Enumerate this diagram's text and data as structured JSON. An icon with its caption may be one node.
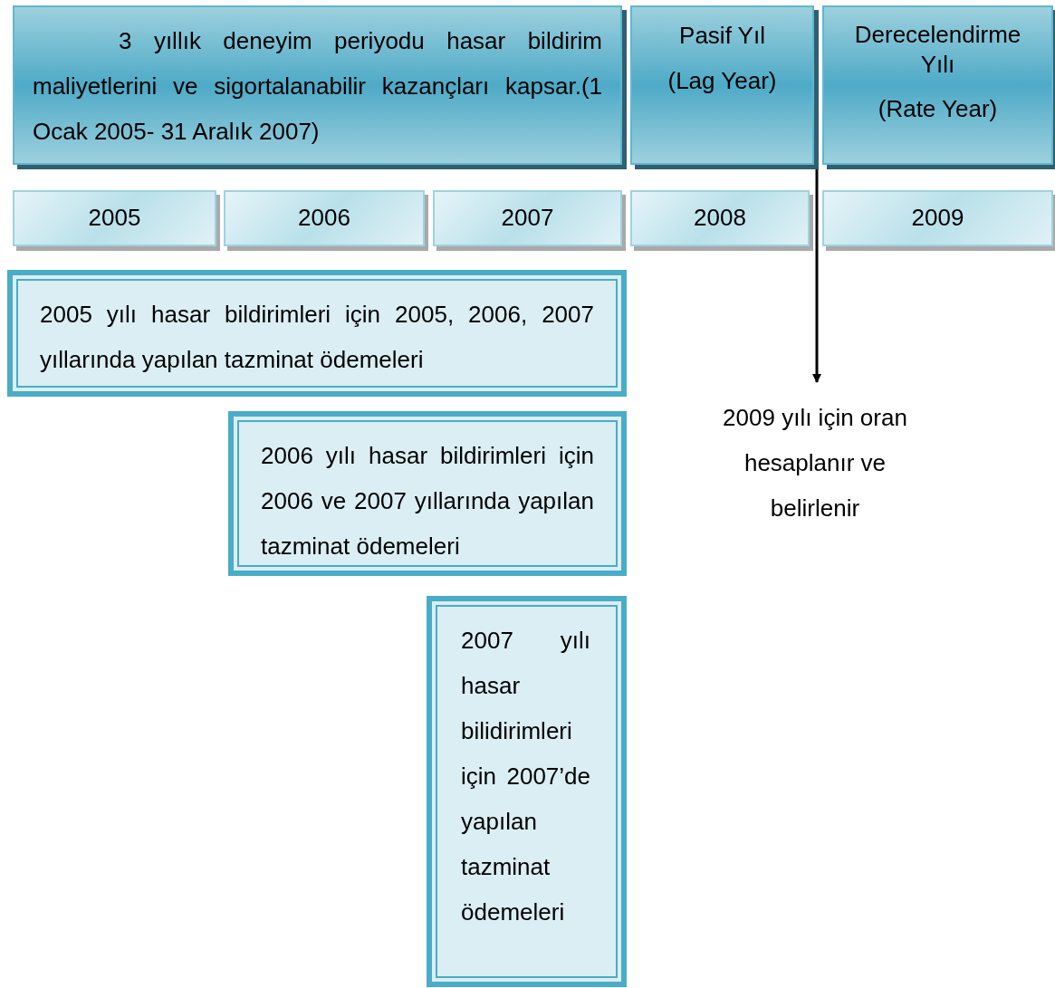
{
  "diagram": {
    "nodes": [
      {
        "text": [
          "3 yıllık deneyim periyodu hasar bildirim maliyetlerini ve sigortalanabilir kazançları kapsar.(1 Ocak 2005- 31 Aralık 2007)"
        ]
      },
      {
        "text": [
          "Pasif Yıl",
          "(Lag Year)"
        ]
      },
      {
        "text": [
          "Derecelendirme Yılı",
          "(Rate Year)"
        ]
      },
      {
        "text": [
          "2005"
        ]
      },
      {
        "text": [
          "2006"
        ]
      },
      {
        "text": [
          "2007"
        ]
      },
      {
        "text": [
          "2008"
        ]
      },
      {
        "text": [
          "2009"
        ]
      },
      {
        "text": [
          "2005 yılı hasar bildirimleri için 2005, 2006, 2007 yıllarında yapılan tazminat ödemeleri"
        ]
      },
      {
        "text": [
          "2006 yılı hasar bildirimleri için 2006 ve 2007 yıllarında yapılan tazminat ödemeleri"
        ]
      },
      {
        "text": [
          "2007 yılı hasar bilidirimleri için 2007’de yapılan tazminat ödemeleri"
        ]
      },
      {
        "text": [
          "2009 yılı için oran hesaplanır ve belirlenir"
        ]
      }
    ],
    "edges": [
      {
        "from": 1,
        "to": 11,
        "arrow": "to"
      }
    ]
  }
}
